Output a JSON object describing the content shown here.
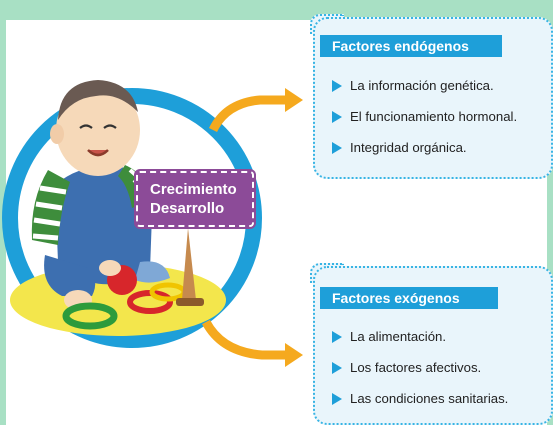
{
  "center_label": {
    "line1": "Crecimiento",
    "line2": "Desarrollo"
  },
  "endogenous": {
    "title": "Factores endógenos",
    "items": [
      "La información genética.",
      "El funcionamiento hormonal.",
      "Integridad orgánica."
    ]
  },
  "exogenous": {
    "title": "Factores exógenos",
    "items": [
      "La alimentación.",
      "Los factores afectivos.",
      "Las condiciones sanitarias."
    ]
  },
  "colors": {
    "background": "#a8e0c4",
    "accent_blue": "#1e9fd9",
    "label_purple": "#8c4b98",
    "arrow_orange": "#f5a91e"
  },
  "icons": [
    "baby-illustration",
    "bullet-triangle-icon",
    "right-arrow-icon"
  ]
}
